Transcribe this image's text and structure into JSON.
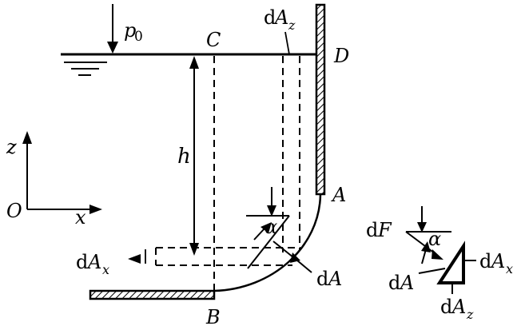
{
  "labels": {
    "p0_main": "p",
    "p0_sub": "0",
    "C": "C",
    "D": "D",
    "A": "A",
    "B": "B",
    "h": "h",
    "O": "O",
    "x": "x",
    "z": "z",
    "alpha": "α",
    "alpha2": "α",
    "dAz_d": "d",
    "dAz_A": "A",
    "dAz_sub": "z",
    "dAx_d": "d",
    "dAx_A": "A",
    "dAx_sub": "x",
    "dA_d": "d",
    "dA_A": "A",
    "dF_d": "d",
    "dF_F": "F",
    "dA2_d": "d",
    "dA2_A": "A",
    "dAx2_d": "d",
    "dAx2_A": "A",
    "dAx2_sub": "x",
    "dAz2_d": "d",
    "dAz2_A": "A",
    "dAz2_sub": "z"
  }
}
